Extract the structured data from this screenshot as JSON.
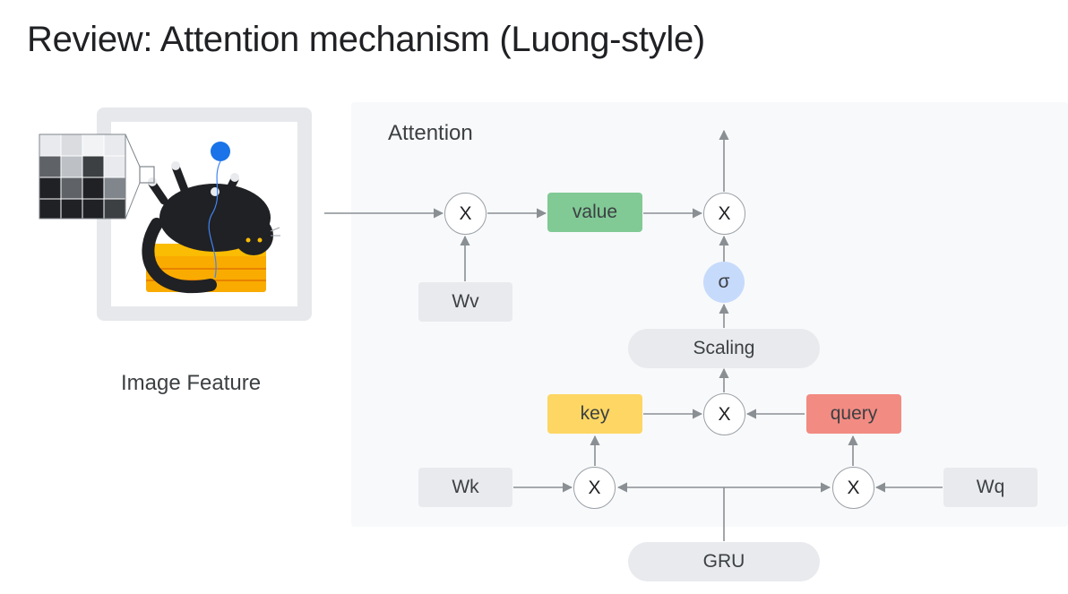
{
  "title": "Review: Attention mechanism (Luong-style)",
  "panel_label": "Attention",
  "image_caption": "Image Feature",
  "nodes": {
    "value": "value",
    "key": "key",
    "query": "query",
    "wv": "Wv",
    "wk": "Wk",
    "wq": "Wq",
    "scaling": "Scaling",
    "gru": "GRU",
    "sigma": "σ",
    "multiply": "X"
  },
  "colors": {
    "value": "#81c995",
    "key": "#fdd663",
    "query": "#f28b82",
    "sigma": "#c6dafc",
    "weight_box": "#e8eaed",
    "arrow": "#8a8f94"
  }
}
